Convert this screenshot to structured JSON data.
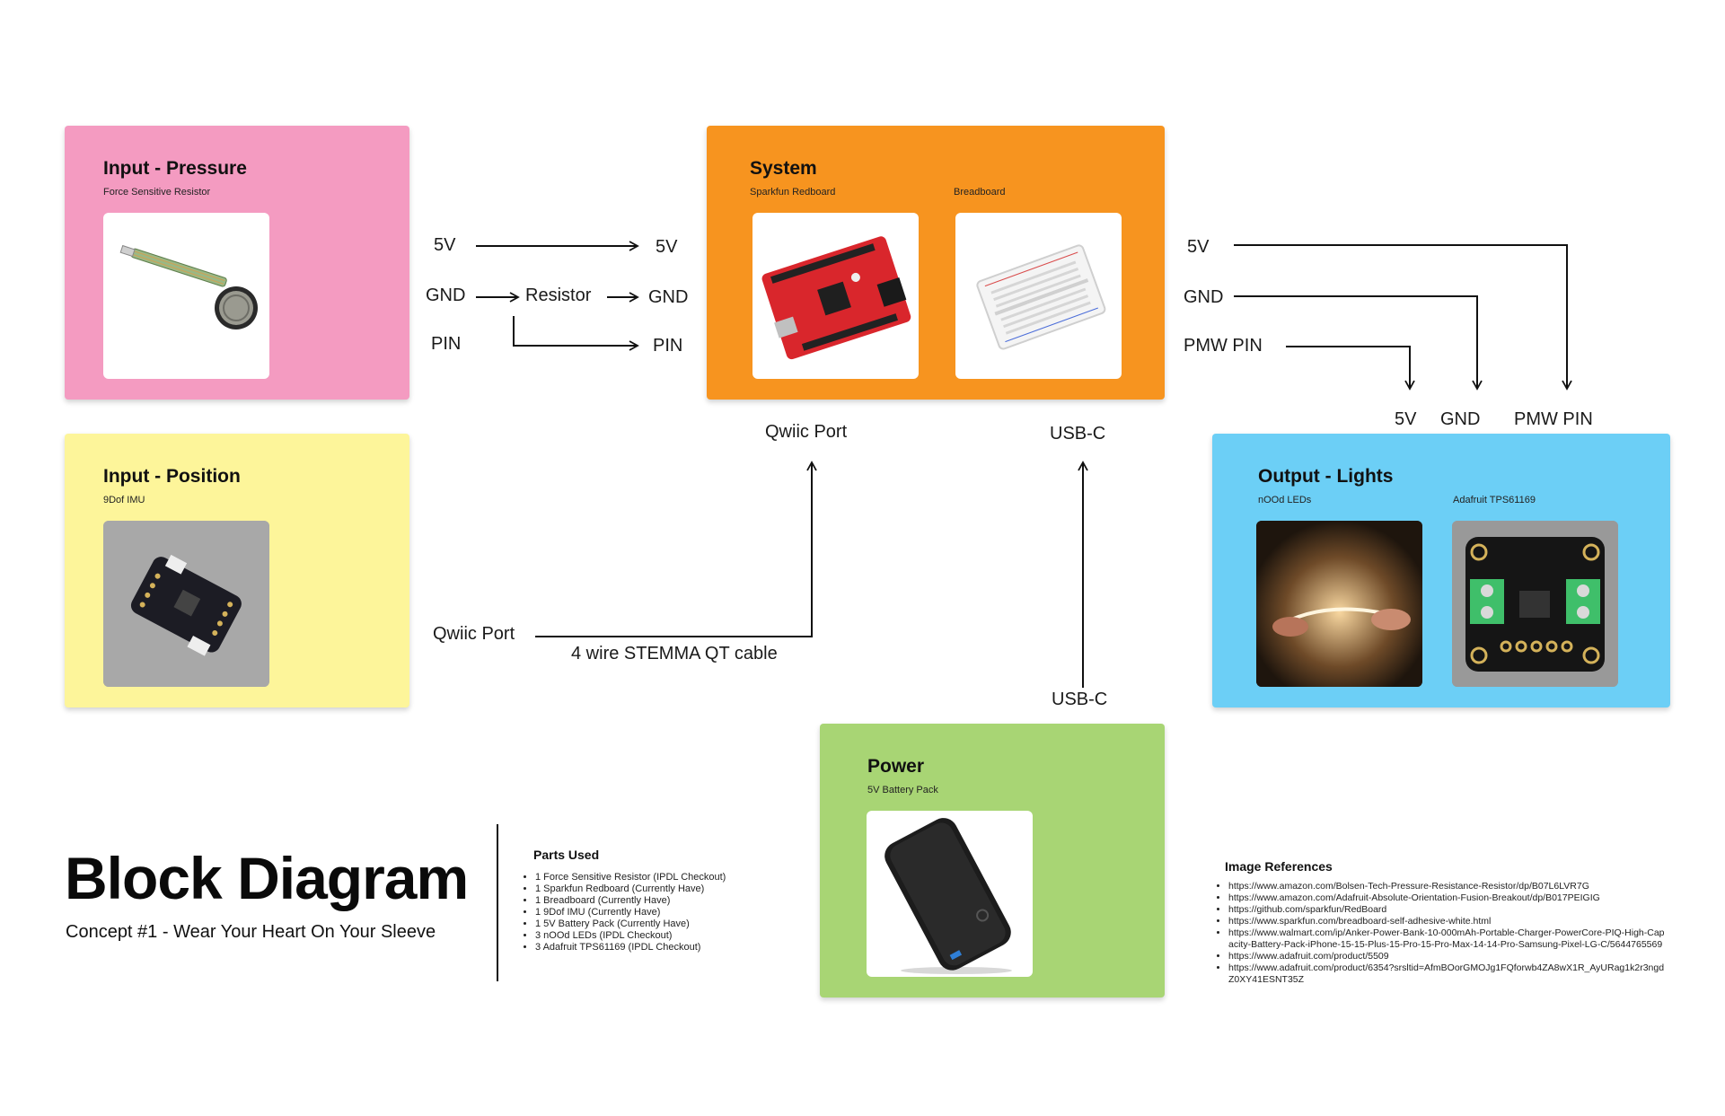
{
  "cards": {
    "pressure": {
      "title": "Input - Pressure",
      "subtitle": "Force Sensitive Resistor",
      "color": "#f49bc1"
    },
    "position": {
      "title": "Input - Position",
      "subtitle": "9Dof IMU",
      "color": "#fdf59a"
    },
    "system": {
      "title": "System",
      "subtitle_left": "Sparkfun Redboard",
      "subtitle_right": "Breadboard",
      "color": "#f7941f"
    },
    "output": {
      "title": "Output - Lights",
      "subtitle_left": "nOOd LEDs",
      "subtitle_right": "Adafruit TPS61169",
      "color": "#6ccff6"
    },
    "power": {
      "title": "Power",
      "subtitle": "5V Battery Pack",
      "color": "#a8d574"
    }
  },
  "connections": {
    "pressure_5v": "5V",
    "pressure_gnd": "GND",
    "pressure_pin": "PIN",
    "resistor": "Resistor",
    "system_5v": "5V",
    "system_gnd": "GND",
    "system_pin": "PIN",
    "out_5v": "5V",
    "out_gnd": "GND",
    "out_pmw": "PMW PIN",
    "lights_5v": "5V",
    "lights_gnd": "GND",
    "lights_pmw": "PMW PIN",
    "qwiic_system": "Qwiic Port",
    "qwiic_imu": "Qwiic Port",
    "stemma_cable": "4 wire STEMMA QT cable",
    "usbc_system": "USB-C",
    "usbc_power": "USB-C"
  },
  "footer": {
    "title": "Block Diagram",
    "subtitle": "Concept #1 - Wear Your Heart On Your Sleeve",
    "parts_heading": "Parts Used",
    "parts": [
      "1 Force Sensitive Resistor (IPDL Checkout)",
      "1 Sparkfun Redboard (Currently Have)",
      "1 Breadboard (Currently Have)",
      "1 9Dof IMU (Currently Have)",
      "1 5V Battery Pack (Currently Have)",
      "3 nOOd LEDs (IPDL Checkout)",
      "3 Adafruit TPS61169 (IPDL Checkout)"
    ],
    "refs_heading": "Image References",
    "refs": [
      "https://www.amazon.com/Bolsen-Tech-Pressure-Resistance-Resistor/dp/B07L6LVR7G",
      "https://www.amazon.com/Adafruit-Absolute-Orientation-Fusion-Breakout/dp/B017PEIGIG",
      "https://github.com/sparkfun/RedBoard",
      "https://www.sparkfun.com/breadboard-self-adhesive-white.html",
      "https://www.walmart.com/ip/Anker-Power-Bank-10-000mAh-Portable-Charger-PowerCore-PIQ-High-Capacity-Battery-Pack-iPhone-15-15-Plus-15-Pro-15-Pro-Max-14-14-Pro-Samsung-Pixel-LG-C/5644765569",
      "https://www.adafruit.com/product/5509",
      "https://www.adafruit.com/product/6354?srsltid=AfmBOorGMOJg1FQforwb4ZA8wX1R_AyURag1k2r3ngdZ0XY41ESNT35Z"
    ]
  },
  "images": {
    "fsr": "force-sensitive-resistor-photo",
    "imu": "imu-breakout-photo",
    "redboard": "sparkfun-redboard-photo",
    "breadboard": "breadboard-photo",
    "leds": "nood-leds-photo",
    "tps": "tps61169-board-photo",
    "battery": "battery-pack-photo"
  }
}
